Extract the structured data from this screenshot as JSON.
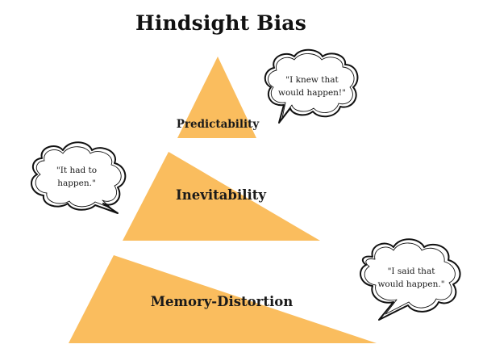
{
  "title": "Hindsight Bias",
  "tiers": [
    {
      "label": "Predictability"
    },
    {
      "label": "Inevitability"
    },
    {
      "label": "Memory-Distortion"
    }
  ],
  "bubbles": [
    {
      "line1": "\"I knew that",
      "line2": "would happen!\""
    },
    {
      "line1": "\"It had to",
      "line2": "happen.\""
    },
    {
      "line1": "\"I said that",
      "line2": "would happen.\""
    }
  ],
  "colors": {
    "tier_fill": "#FABD5E",
    "bubble_fill": "#FFFFFF",
    "bubble_outline": "#111111",
    "text": "#111111"
  }
}
